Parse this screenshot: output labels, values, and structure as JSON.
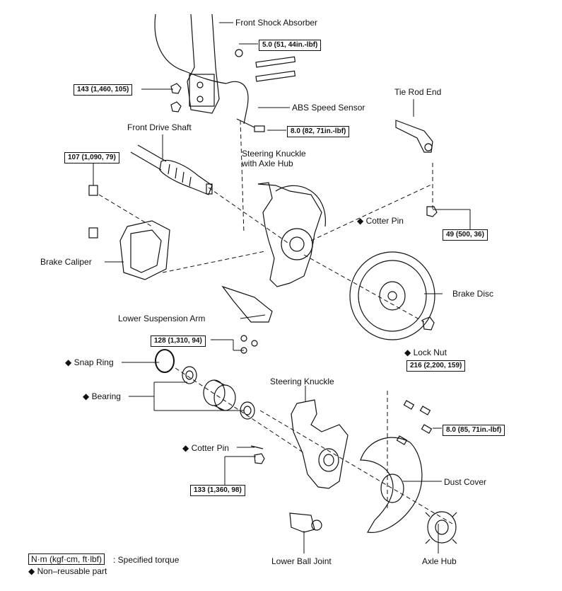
{
  "labels": {
    "front_shock_absorber": "Front Shock Absorber",
    "abs_speed_sensor": "ABS Speed Sensor",
    "tie_rod_end": "Tie Rod End",
    "front_drive_shaft": "Front Drive Shaft",
    "steering_knuckle_hub_1": "Steering Knuckle",
    "steering_knuckle_hub_2": "with Axle Hub",
    "cotter_pin_upper": "Cotter Pin",
    "brake_caliper": "Brake Caliper",
    "brake_disc": "Brake Disc",
    "lower_suspension_arm": "Lower Suspension Arm",
    "lock_nut": "Lock Nut",
    "snap_ring": "Snap Ring",
    "bearing": "Bearing",
    "steering_knuckle": "Steering Knuckle",
    "cotter_pin_lower": "Cotter Pin",
    "dust_cover": "Dust Cover",
    "lower_ball_joint": "Lower Ball Joint",
    "axle_hub": "Axle Hub"
  },
  "torques": {
    "t_5_0": "5.0 (51, 44in.-lbf)",
    "t_143": "143 (1,460, 105)",
    "t_8_0_upper": "8.0 (82, 71in.-lbf)",
    "t_107": "107 (1,090, 79)",
    "t_49": "49 (500, 36)",
    "t_128": "128 (1,310, 94)",
    "t_216": "216 (2,200, 159)",
    "t_8_0_lower": "8.0 (85, 71in.-lbf)",
    "t_133": "133 (1,360, 98)"
  },
  "legend": {
    "unit_box": "N·m (kgf·cm, ft·lbf)",
    "unit_text": ": Specified torque",
    "non_reusable": "Non–reusable part"
  },
  "symbols": {
    "non_reusable_mark": "◆"
  }
}
